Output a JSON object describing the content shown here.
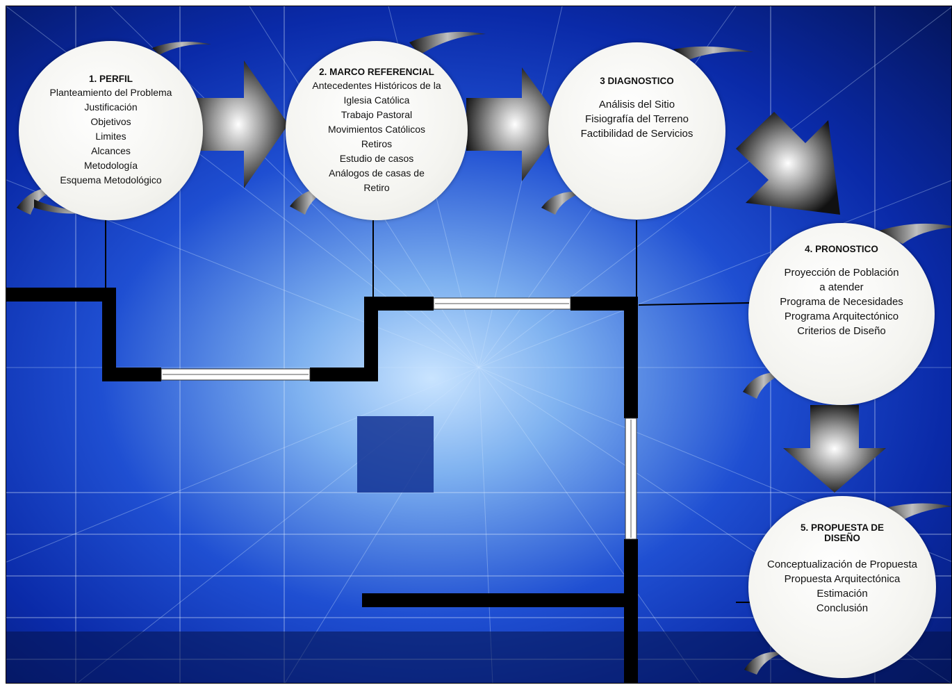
{
  "nodes": [
    {
      "title": "1. PERFIL",
      "lines": [
        "Planteamiento del Problema",
        "Justificación",
        "Objetivos",
        "Limites",
        "Alcances",
        "Metodología",
        "Esquema Metodológico"
      ]
    },
    {
      "title": "2. MARCO REFERENCIAL",
      "lines": [
        "Antecedentes Históricos de la",
        "Iglesia Católica",
        "Trabajo Pastoral",
        "Movimientos Católicos",
        "Retiros",
        "Estudio de casos",
        "Análogos de casas de",
        "Retiro"
      ]
    },
    {
      "title": "3 DIAGNOSTICO",
      "lines": [
        "Análisis del Sitio",
        "Fisiografía del Terreno",
        "Factibilidad de Servicios"
      ]
    },
    {
      "title": "4. PRONOSTICO",
      "lines": [
        "Proyección de Población",
        "a atender",
        "Programa de Necesidades",
        "Programa Arquitectónico",
        "Criterios de Diseño"
      ]
    },
    {
      "title_lines": [
        "5. PROPUESTA DE",
        "DISEÑO"
      ],
      "lines": [
        "Conceptualización de Propuesta",
        "Propuesta Arquitectónica",
        "Estimación",
        "Conclusión"
      ]
    }
  ],
  "colors": {
    "background_blue": "#0a2aa8",
    "circle_fill": "#f4f4f0",
    "wall": "#000000",
    "arrow_dark": "#1a1a1a",
    "arrow_light": "#ffffff"
  }
}
